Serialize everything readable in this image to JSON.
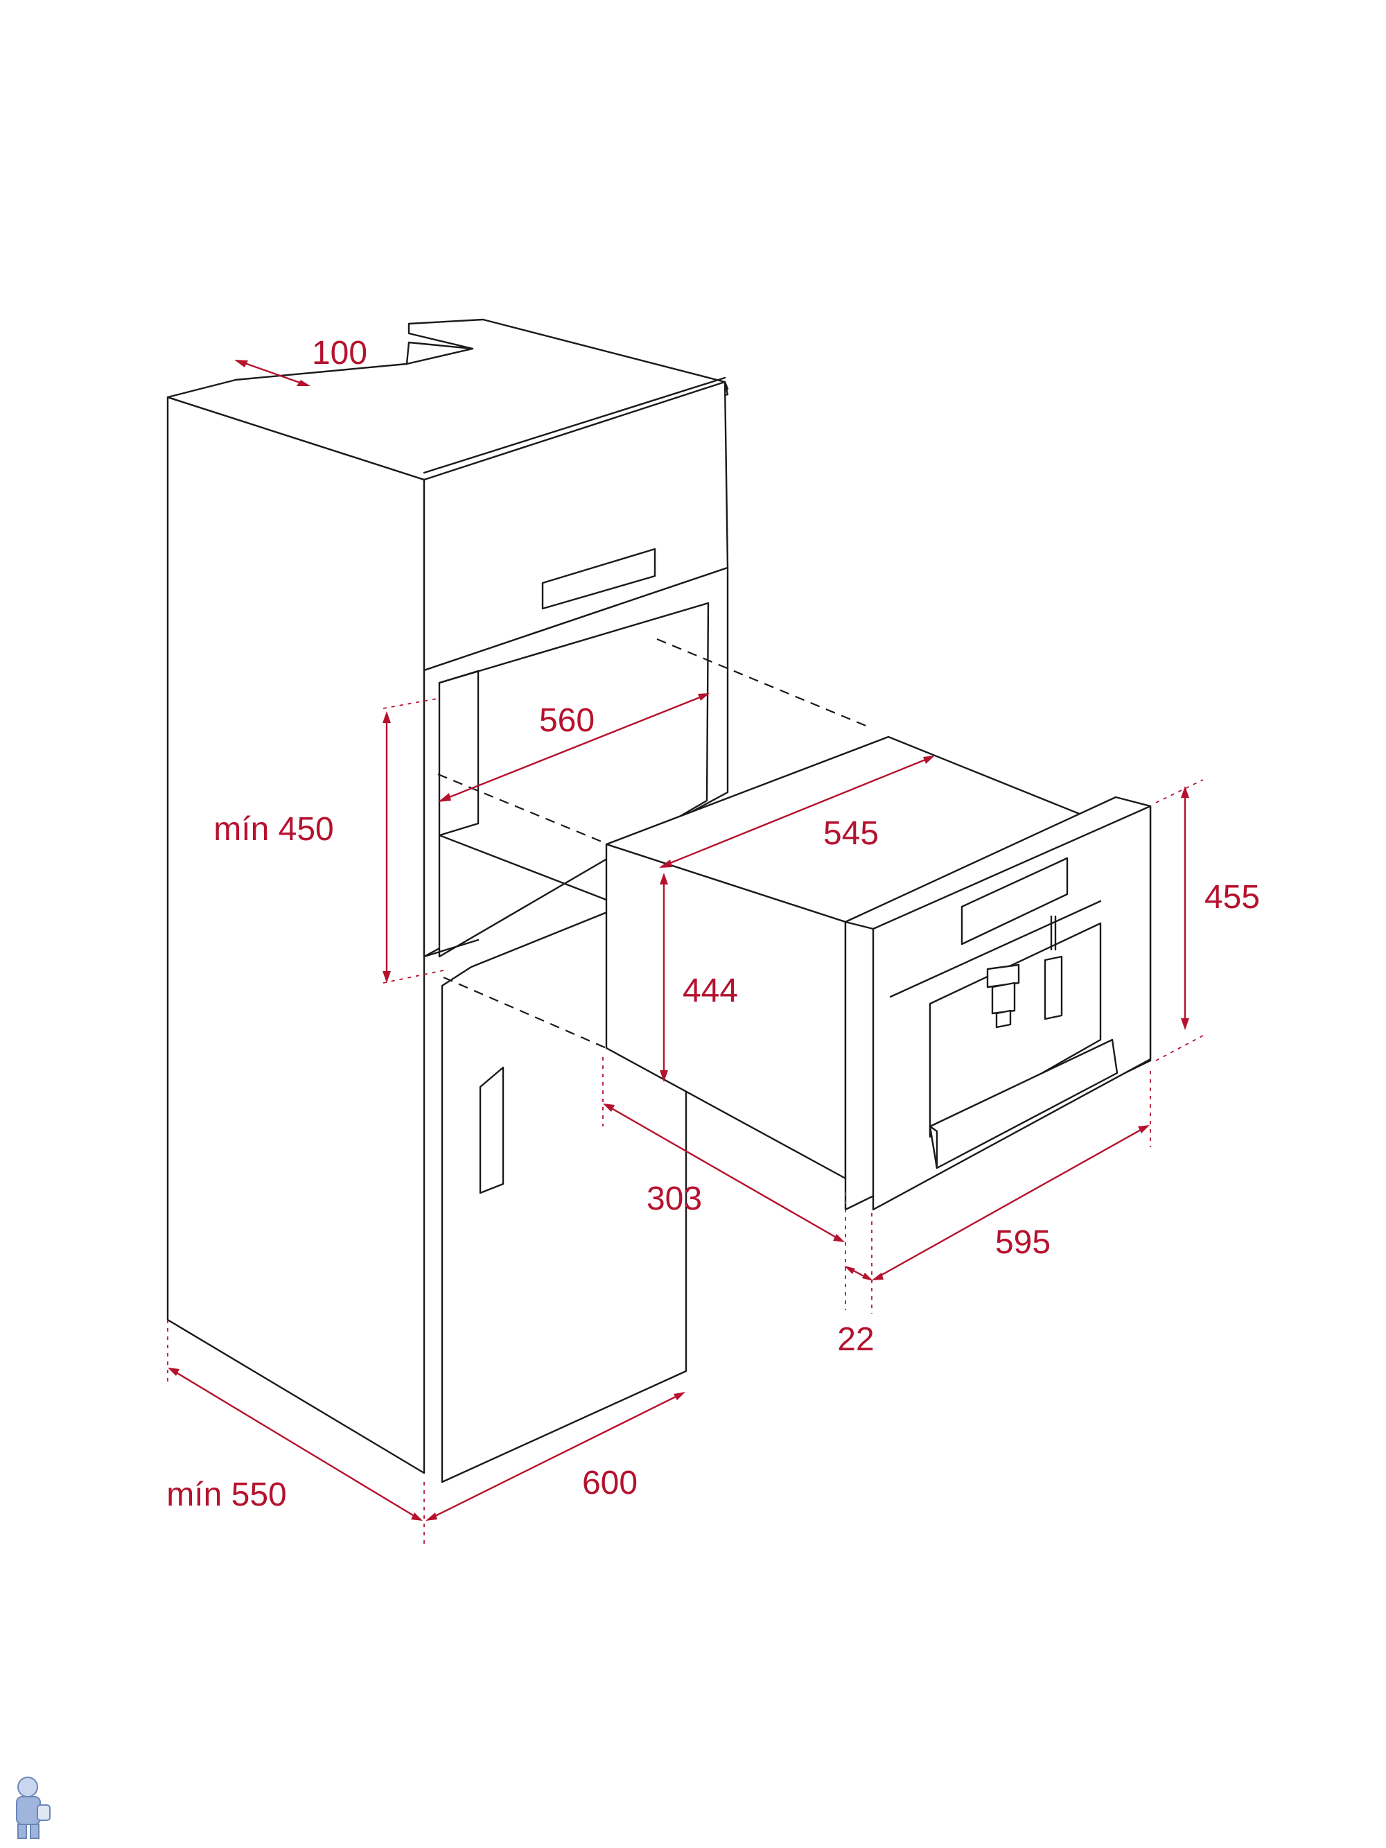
{
  "colors": {
    "outline": "#1a1a1a",
    "dimension": "#b5122e",
    "background": "#ffffff"
  },
  "dimensions": {
    "top_gap": "100",
    "niche_width": "560",
    "niche_min_height": "mín 450",
    "appliance_depth": "545",
    "appliance_height": "444",
    "front_height": "455",
    "front_depth": "303",
    "front_width": "595",
    "panel_thickness": "22",
    "cabinet_min_depth": "mín 550",
    "cabinet_width": "600"
  },
  "icons": {
    "corner_logo": "mascot-icon"
  }
}
